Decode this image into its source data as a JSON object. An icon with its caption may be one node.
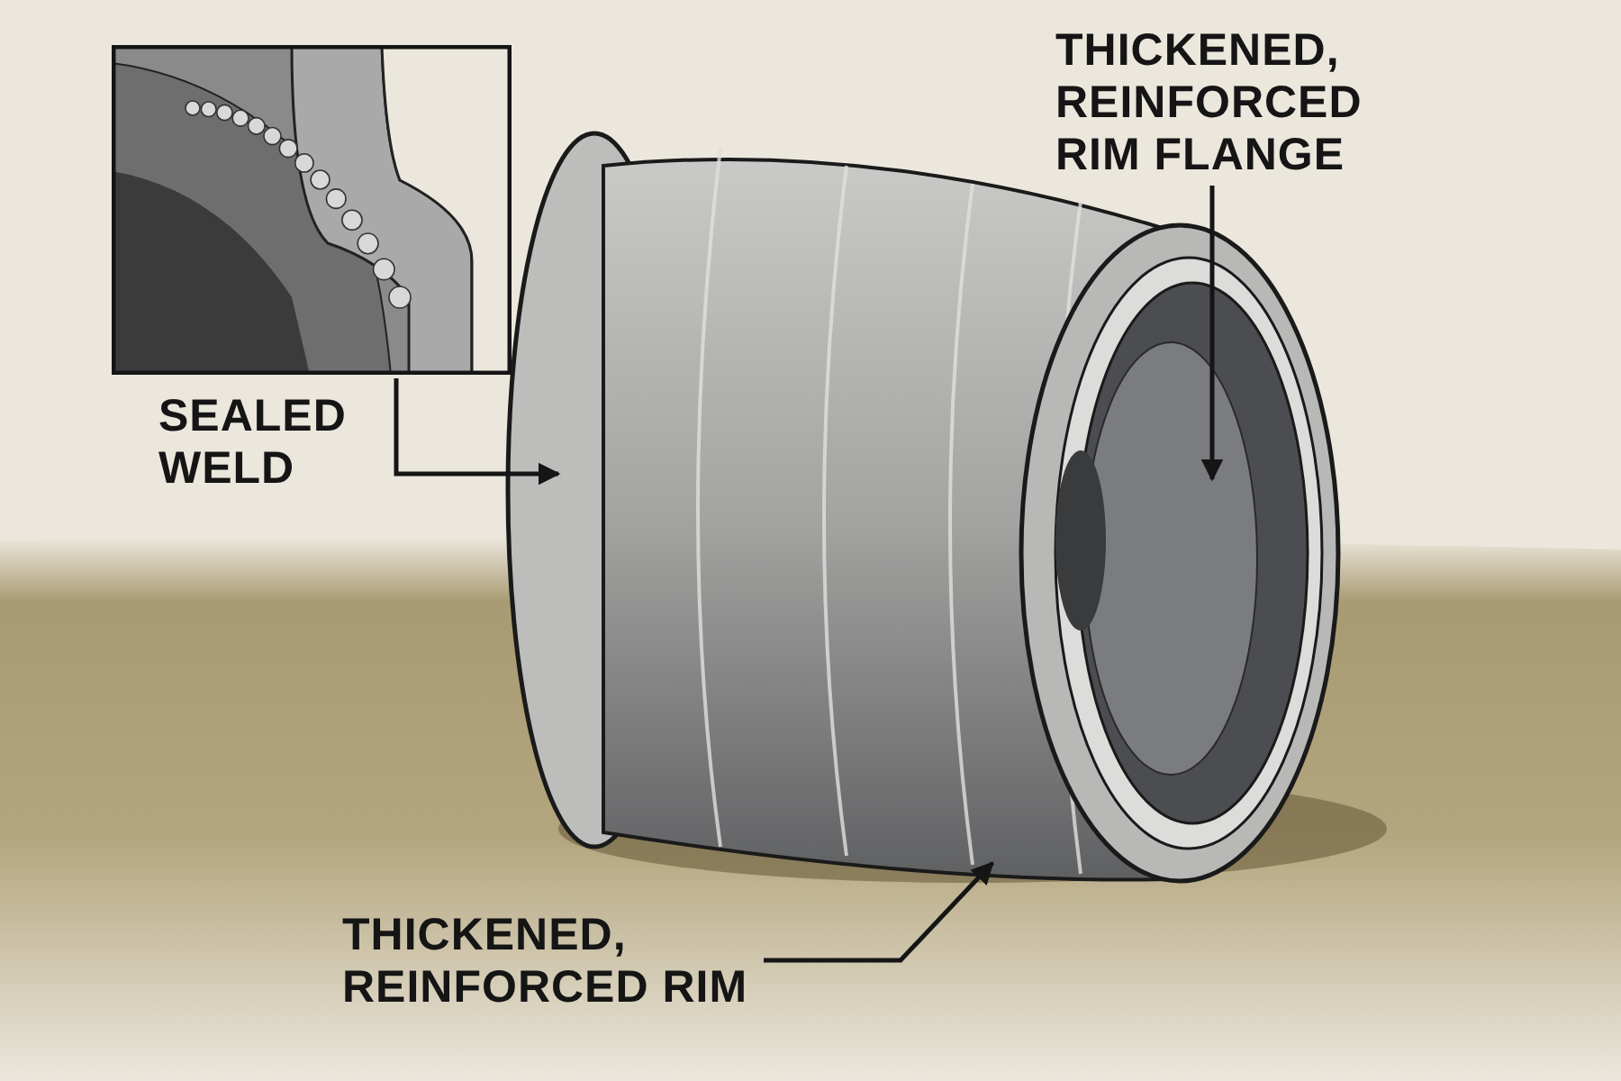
{
  "diagram": {
    "nodes": [
      {
        "text": [],
        "shape": "picture",
        "beside": [
          "SEALED WELD"
        ]
      },
      {
        "text": [
          "THICKENED, REINFORCED RIM FLANGE"
        ]
      },
      {
        "text": [
          "THICKENED, REINFORCED RIM"
        ]
      }
    ],
    "edges": [
      {
        "from": 0,
        "to": null,
        "arrow": "to"
      },
      {
        "from": 1,
        "to": null,
        "arrow": "to"
      },
      {
        "from": 2,
        "to": null,
        "arrow": "to"
      }
    ]
  }
}
